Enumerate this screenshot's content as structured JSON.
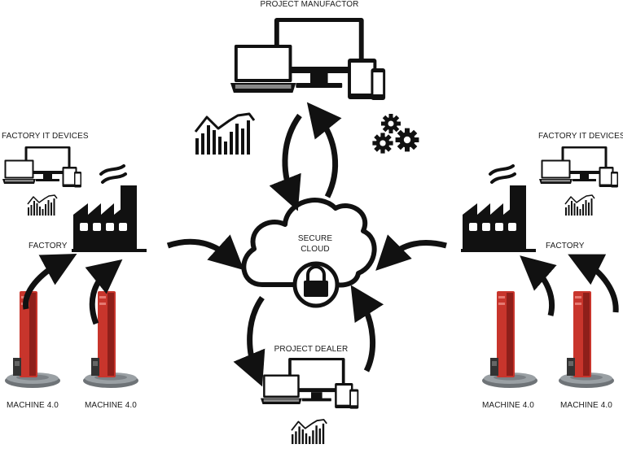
{
  "labels": {
    "project_manufactor": "PROJECT MANUFACTOR",
    "factory_it_devices_left": "FACTORY IT DEVICES",
    "factory_it_devices_right": "FACTORY IT DEVICES",
    "factory_left": "FACTORY",
    "factory_right": "FACTORY",
    "secure_cloud_line1": "SECURE",
    "secure_cloud_line2": "CLOUD",
    "project_dealer": "PROJECT DEALER",
    "machine_1": "MACHINE 4.0",
    "machine_2": "MACHINE 4.0",
    "machine_3": "MACHINE 4.0",
    "machine_4": "MACHINE 4.0"
  },
  "colors": {
    "ink": "#111111",
    "machine_red": "#c8352c",
    "machine_dark": "#8e1f1a",
    "platform_gray": "#6e7377"
  },
  "icons": [
    "laptop-icon",
    "monitor-icon",
    "tablet-icon",
    "phone-icon",
    "bar-chart-icon",
    "gears-icon",
    "factory-icon",
    "cloud-icon",
    "lock-icon",
    "machine-icon",
    "arrow-icon"
  ]
}
